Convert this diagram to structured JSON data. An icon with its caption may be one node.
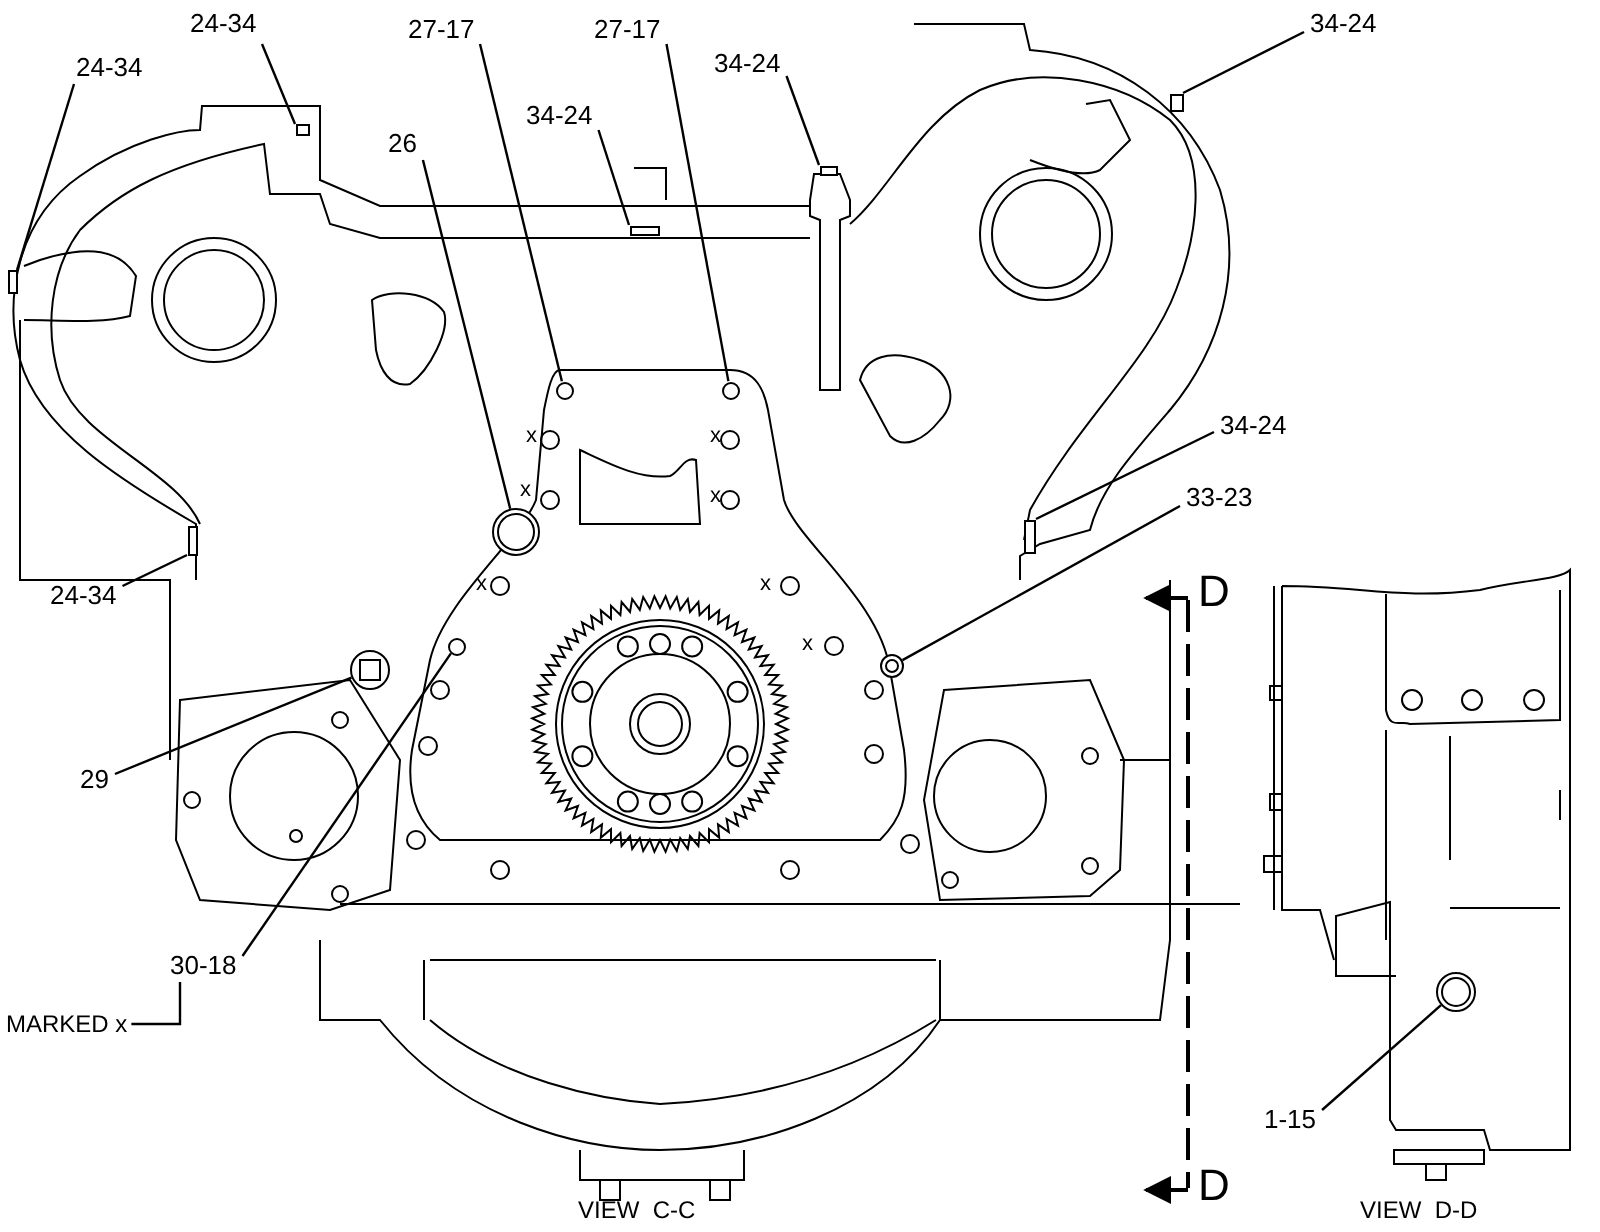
{
  "diagram": {
    "nodes": [
      {
        "text": [
          "24-34"
        ]
      },
      {
        "text": [
          "24-34"
        ]
      },
      {
        "text": [
          "27-17"
        ]
      },
      {
        "text": [
          "27-17"
        ]
      },
      {
        "text": [
          "34-24"
        ]
      },
      {
        "text": [
          "34-24"
        ]
      },
      {
        "text": [
          "26"
        ]
      },
      {
        "text": [
          "34-24"
        ]
      },
      {
        "text": [
          "24-34"
        ]
      },
      {
        "text": [
          "34-24"
        ]
      },
      {
        "text": [
          "33-23"
        ]
      },
      {
        "text": [
          "29"
        ]
      },
      {
        "text": [
          "30-18"
        ]
      },
      {
        "text": [
          "1-15"
        ]
      },
      {
        "text": [
          "MARKED x"
        ]
      },
      {
        "text": [],
        "shape": "box"
      },
      {
        "text": [],
        "shape": "box"
      },
      {
        "text": [],
        "shape": "circle"
      },
      {
        "text": [],
        "shape": "circle"
      },
      {
        "text": [],
        "shape": "box"
      },
      {
        "text": [],
        "shape": "box"
      },
      {
        "text": [],
        "shape": "circle"
      },
      {
        "text": [],
        "shape": "box"
      },
      {
        "text": [],
        "shape": "box"
      },
      {
        "text": [],
        "shape": "box"
      },
      {
        "text": [],
        "shape": "circle"
      },
      {
        "text": [],
        "shape": "circle"
      },
      {
        "text": [],
        "shape": "circle"
      },
      {
        "text": [],
        "shape": "circle"
      }
    ],
    "edges": [
      {
        "from": 0,
        "to": 15,
        "arrow": "none"
      },
      {
        "from": 1,
        "to": 16,
        "arrow": "none"
      },
      {
        "from": 2,
        "to": 17,
        "arrow": "none"
      },
      {
        "from": 3,
        "to": 18,
        "arrow": "none"
      },
      {
        "from": 4,
        "to": 19,
        "arrow": "none"
      },
      {
        "from": 5,
        "to": 20,
        "arrow": "none"
      },
      {
        "from": 6,
        "to": 21,
        "arrow": "none"
      },
      {
        "from": 7,
        "to": 22,
        "arrow": "none"
      },
      {
        "from": 8,
        "to": 23,
        "arrow": "none"
      },
      {
        "from": 9,
        "to": 24,
        "arrow": "none"
      },
      {
        "from": 10,
        "to": 25,
        "arrow": "none"
      },
      {
        "from": 11,
        "to": 26,
        "arrow": "none"
      },
      {
        "from": 12,
        "to": 27,
        "arrow": "none"
      },
      {
        "from": 13,
        "to": 28,
        "arrow": "none"
      },
      {
        "from": 14,
        "to": 12,
        "arrow": "none"
      }
    ],
    "labels": [
      "x",
      "x",
      "x",
      "x",
      "x",
      "x",
      "x",
      "D",
      "D",
      "VIEW  C-C",
      "VIEW  D-D"
    ]
  }
}
